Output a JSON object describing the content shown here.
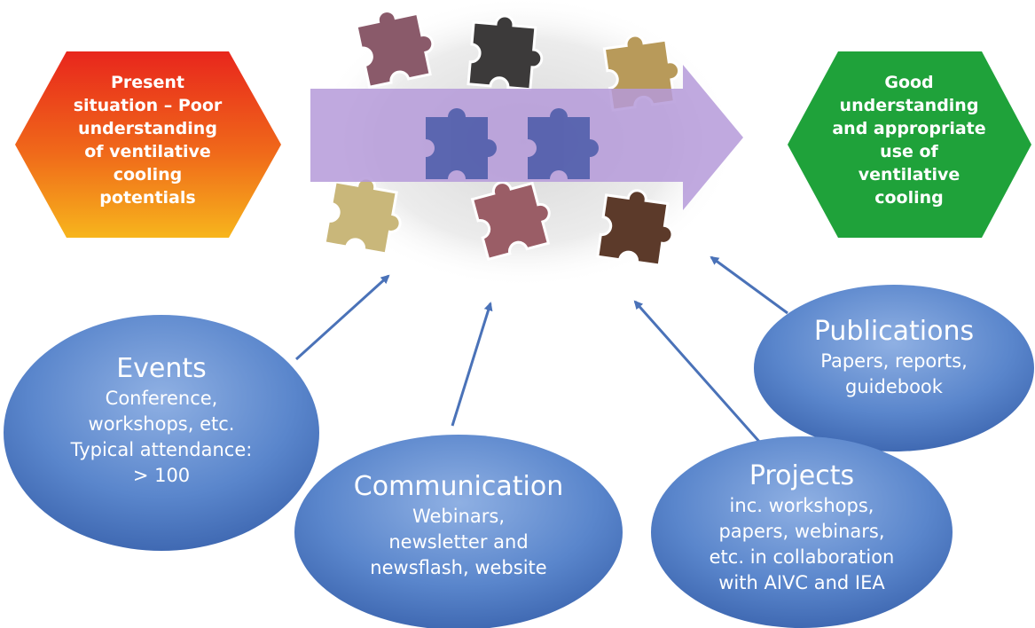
{
  "left_hex": {
    "lines": [
      "Present",
      "situation – Poor",
      "understanding",
      "of ventilative",
      "cooling",
      "potentials"
    ],
    "gradient": [
      "#e8261c",
      "#f06a1a",
      "#f7b51c"
    ]
  },
  "right_hex": {
    "lines": [
      "Good",
      "understanding",
      "and appropriate",
      "use of",
      "ventilative",
      "cooling"
    ],
    "color": "#1fa23a"
  },
  "arrow_color": "#b59ad9",
  "ellipse_color": "#4f7fc8",
  "ellipses": {
    "events": {
      "title": "Events",
      "lines": [
        "Conference,",
        "workshops, etc.",
        "Typical attendance:",
        "> 100"
      ]
    },
    "communication": {
      "title": "Communication",
      "lines": [
        "Webinars,",
        "newsletter and",
        "newsflash, website"
      ]
    },
    "projects": {
      "title": "Projects",
      "lines": [
        "inc. workshops,",
        "papers, webinars,",
        "etc. in collaboration",
        "with AIVC and IEA"
      ]
    },
    "publications": {
      "title": "Publications",
      "lines": [
        "Papers, reports,",
        "guidebook"
      ]
    }
  },
  "puzzle_colors": [
    "#8a5a6a",
    "#3c3a3a",
    "#b89a5a",
    "#c9b77a",
    "#9a5d66",
    "#5c3a2a",
    "#4a5aa8",
    "#4a5aa8"
  ]
}
